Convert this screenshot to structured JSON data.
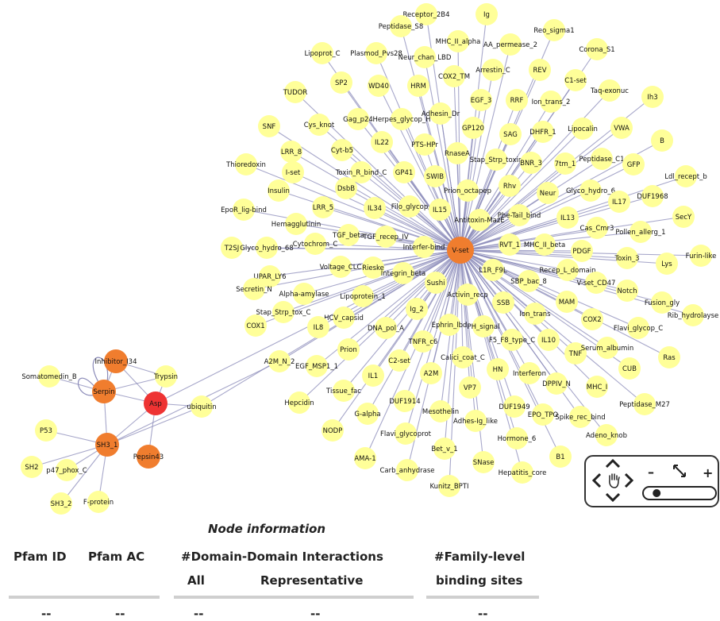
{
  "network": {
    "colors": {
      "edge": "#8a8ab8",
      "node_default": "#ffff99",
      "node_orange": "#f07d2e",
      "node_red": "#ee3333"
    },
    "nodes": [
      {
        "id": "V-set",
        "label": "V-set",
        "type": "orange"
      },
      {
        "id": "Asp",
        "label": "Asp",
        "type": "red"
      },
      {
        "id": "Inhibitor_I34",
        "label": "Inhibitor_I34",
        "type": "orange"
      },
      {
        "id": "Serpin",
        "label": "Serpin",
        "type": "orange"
      },
      {
        "id": "SH3_1",
        "label": "SH3_1",
        "type": "orange"
      },
      {
        "id": "Pepsin43",
        "label": "Pepsin43",
        "type": "orange"
      },
      {
        "id": "Somatomedin_B",
        "label": "Somatomedin_B"
      },
      {
        "id": "Trypsin",
        "label": "Trypsin"
      },
      {
        "id": "ubiquitin",
        "label": "ubiquitin"
      },
      {
        "id": "P53",
        "label": "P53"
      },
      {
        "id": "SH2",
        "label": "SH2"
      },
      {
        "id": "p47_phox_C",
        "label": "p47_phox_C"
      },
      {
        "id": "SH3_2",
        "label": "SH3_2"
      },
      {
        "id": "F-protein",
        "label": "F-protein"
      },
      {
        "id": "Receptor_2B4",
        "label": "Receptor_2B4"
      },
      {
        "id": "Ig",
        "label": "Ig"
      },
      {
        "id": "Peptidase_S8",
        "label": "Peptidase_S8"
      },
      {
        "id": "MHC_II_alpha",
        "label": "MHC_II_alpha"
      },
      {
        "id": "Reo_sigma1",
        "label": "Reo_sigma1"
      },
      {
        "id": "AA_permease_2",
        "label": "AA_permease_2"
      },
      {
        "id": "Plasmod_Pvs28",
        "label": "Plasmod_Pvs28"
      },
      {
        "id": "Lipoprot_C",
        "label": "Lipoprot_C"
      },
      {
        "id": "Neur_chan_LBD",
        "label": "Neur_chan_LBD"
      },
      {
        "id": "Corona_S1",
        "label": "Corona_S1"
      },
      {
        "id": "Arrestin_C",
        "label": "Arrestin_C"
      },
      {
        "id": "REV",
        "label": "REV"
      },
      {
        "id": "SP2",
        "label": "SP2"
      },
      {
        "id": "WD40",
        "label": "WD40"
      },
      {
        "id": "HRM",
        "label": "HRM"
      },
      {
        "id": "COX2_TM",
        "label": "COX2_TM"
      },
      {
        "id": "C1-set",
        "label": "C1-set"
      },
      {
        "id": "TUDOR",
        "label": "TUDOR"
      },
      {
        "id": "EGF_3",
        "label": "EGF_3"
      },
      {
        "id": "RRF",
        "label": "RRF"
      },
      {
        "id": "Ion_trans_2",
        "label": "Ion_trans_2"
      },
      {
        "id": "Taq-exonuc",
        "label": "Taq-exonuc"
      },
      {
        "id": "Ih3",
        "label": "Ih3"
      },
      {
        "id": "Adhesin_Dr",
        "label": "Adhesin_Dr"
      },
      {
        "id": "Gag_p24",
        "label": "Gag_p24"
      },
      {
        "id": "Herpes_glycop_H",
        "label": "Herpes_glycop_H"
      },
      {
        "id": "Cys_knot",
        "label": "Cys_knot"
      },
      {
        "id": "GP120",
        "label": "GP120"
      },
      {
        "id": "SNF",
        "label": "SNF"
      },
      {
        "id": "DHFR_1",
        "label": "DHFR_1"
      },
      {
        "id": "Lipocalin",
        "label": "Lipocalin"
      },
      {
        "id": "VWA",
        "label": "VWA"
      },
      {
        "id": "IL22",
        "label": "IL22"
      },
      {
        "id": "PTS-HPr",
        "label": "PTS-HPr"
      },
      {
        "id": "SAG",
        "label": "SAG"
      },
      {
        "id": "B",
        "label": "B"
      },
      {
        "id": "LRR_8",
        "label": "LRR_8"
      },
      {
        "id": "Cyt-b5",
        "label": "Cyt-b5"
      },
      {
        "id": "RnaseA",
        "label": "RnaseA"
      },
      {
        "id": "Stap_Strp_toxin",
        "label": "Stap_Strp_toxin"
      },
      {
        "id": "BNR_3",
        "label": "BNR_3"
      },
      {
        "id": "7tm_1",
        "label": "7tm_1"
      },
      {
        "id": "Peptidase_C1",
        "label": "Peptidase_C1"
      },
      {
        "id": "GFP",
        "label": "GFP"
      },
      {
        "id": "Thioredoxin",
        "label": "Thioredoxin"
      },
      {
        "id": "I-set",
        "label": "I-set"
      },
      {
        "id": "Toxin_R_bind_C",
        "label": "Toxin_R_bind_C"
      },
      {
        "id": "GP41",
        "label": "GP41"
      },
      {
        "id": "SWIB",
        "label": "SWIB"
      },
      {
        "id": "Ldl_recept_b",
        "label": "Ldl_recept_b"
      },
      {
        "id": "Insulin",
        "label": "Insulin"
      },
      {
        "id": "DsbB",
        "label": "DsbB"
      },
      {
        "id": "Prion_octapep",
        "label": "Prion_octapep"
      },
      {
        "id": "Rhv",
        "label": "Rhv"
      },
      {
        "id": "Neur",
        "label": "Neur"
      },
      {
        "id": "Glyco_hydro_6",
        "label": "Glyco_hydro_6"
      },
      {
        "id": "DUF1968",
        "label": "DUF1968"
      },
      {
        "id": "EpoR_lig-bind",
        "label": "EpoR_lig-bind"
      },
      {
        "id": "LRR_5",
        "label": "LRR_5"
      },
      {
        "id": "IL34",
        "label": "IL34"
      },
      {
        "id": "Filo_glycop",
        "label": "Filo_glycop"
      },
      {
        "id": "IL15",
        "label": "IL15"
      },
      {
        "id": "Antitoxin-MazE",
        "label": "Antitoxin-MazE"
      },
      {
        "id": "Phe-Tail_bind",
        "label": "Phe-Tail_bind"
      },
      {
        "id": "IL13",
        "label": "IL13"
      },
      {
        "id": "IL17",
        "label": "IL17"
      },
      {
        "id": "SecY",
        "label": "SecY"
      },
      {
        "id": "Hemagglutinin",
        "label": "Hemagglutinin"
      },
      {
        "id": "Cas_Cmr3",
        "label": "Cas_Cmr3"
      },
      {
        "id": "Pollen_allerg_1",
        "label": "Pollen_allerg_1"
      },
      {
        "id": "TGF_beta",
        "label": "TGF_beta"
      },
      {
        "id": "TGF_recep_IV",
        "label": "TGF_recep_IV"
      },
      {
        "id": "T2SJ",
        "label": "T2SJ"
      },
      {
        "id": "Glyco_hydro_68",
        "label": "Glyco_hydro_68"
      },
      {
        "id": "Cytochrom_C",
        "label": "Cytochrom_C"
      },
      {
        "id": "Interfer-bind",
        "label": "Interfer-bind"
      },
      {
        "id": "RVT_1",
        "label": "RVT_1"
      },
      {
        "id": "MHC_II_beta",
        "label": "MHC_II_beta"
      },
      {
        "id": "PDGF",
        "label": "PDGF"
      },
      {
        "id": "Toxin_3",
        "label": "Toxin_3"
      },
      {
        "id": "Lys",
        "label": "Lys"
      },
      {
        "id": "Furin-like",
        "label": "Furin-like"
      },
      {
        "id": "Voltage_CLC",
        "label": "Voltage_CLC"
      },
      {
        "id": "Rieske",
        "label": "Rieske"
      },
      {
        "id": "L1R_F9L",
        "label": "L1R_F9L"
      },
      {
        "id": "Recep_L_domain",
        "label": "Recep_L_domain"
      },
      {
        "id": "UPAR_LY6",
        "label": "UPAR_LY6"
      },
      {
        "id": "Integrin_beta",
        "label": "Integrin_beta"
      },
      {
        "id": "Sushi",
        "label": "Sushi"
      },
      {
        "id": "SBP_bac_8",
        "label": "SBP_bac_8"
      },
      {
        "id": "V-set_CD47",
        "label": "V-set_CD47"
      },
      {
        "id": "Notch",
        "label": "Notch"
      },
      {
        "id": "Secretin_N",
        "label": "Secretin_N"
      },
      {
        "id": "Alpha-amylase",
        "label": "Alpha-amylase"
      },
      {
        "id": "Lipoprotein_1",
        "label": "Lipoprotein_1"
      },
      {
        "id": "Activin_recp",
        "label": "Activin_recp"
      },
      {
        "id": "SSB",
        "label": "SSB"
      },
      {
        "id": "MAM",
        "label": "MAM"
      },
      {
        "id": "Fusion_gly",
        "label": "Fusion_gly"
      },
      {
        "id": "Ig_2",
        "label": "Ig_2"
      },
      {
        "id": "Ion_trans",
        "label": "Ion_trans"
      },
      {
        "id": "Rib_hydrolayse",
        "label": "Rib_hydrolayse"
      },
      {
        "id": "Stap_Strp_tox_C",
        "label": "Stap_Strp_tox_C"
      },
      {
        "id": "HCV_capsid",
        "label": "HCV_capsid"
      },
      {
        "id": "Ephrin_lbd",
        "label": "Ephrin_lbd"
      },
      {
        "id": "COX2",
        "label": "COX2"
      },
      {
        "id": "Flavi_glycop_C",
        "label": "Flavi_glycop_C"
      },
      {
        "id": "COX1",
        "label": "COX1"
      },
      {
        "id": "IL8",
        "label": "IL8"
      },
      {
        "id": "DNA_pol_A",
        "label": "DNA_pol_A"
      },
      {
        "id": "PH_signal",
        "label": "PH_signal"
      },
      {
        "id": "F5_F8_type_C",
        "label": "F5_F8_type_C"
      },
      {
        "id": "IL10",
        "label": "IL10"
      },
      {
        "id": "TNF",
        "label": "TNF"
      },
      {
        "id": "Serum_albumin",
        "label": "Serum_albumin"
      },
      {
        "id": "A2M_N_2",
        "label": "A2M_N_2"
      },
      {
        "id": "TNFR_c6",
        "label": "TNFR_c6"
      },
      {
        "id": "Prion",
        "label": "Prion"
      },
      {
        "id": "Calici_coat_C",
        "label": "Calici_coat_C"
      },
      {
        "id": "CUB",
        "label": "CUB"
      },
      {
        "id": "Ras",
        "label": "Ras"
      },
      {
        "id": "EGF_MSP1_1",
        "label": "EGF_MSP1_1"
      },
      {
        "id": "C2-set",
        "label": "C2-set"
      },
      {
        "id": "HN",
        "label": "HN"
      },
      {
        "id": "Interferon",
        "label": "Interferon"
      },
      {
        "id": "A2M",
        "label": "A2M"
      },
      {
        "id": "IL1",
        "label": "IL1"
      },
      {
        "id": "DPPIV_N",
        "label": "DPPIV_N"
      },
      {
        "id": "MHC_I",
        "label": "MHC_I"
      },
      {
        "id": "Tissue_fac",
        "label": "Tissue_fac"
      },
      {
        "id": "VP7",
        "label": "VP7"
      },
      {
        "id": "Peptidase_M27",
        "label": "Peptidase_M27"
      },
      {
        "id": "Hepcidin",
        "label": "Hepcidin"
      },
      {
        "id": "DUF1914",
        "label": "DUF1914"
      },
      {
        "id": "DUF1949",
        "label": "DUF1949"
      },
      {
        "id": "Mesothelin",
        "label": "Mesothelin"
      },
      {
        "id": "EPO_TPO",
        "label": "EPO_TPO"
      },
      {
        "id": "Spike_rec_bind",
        "label": "Spike_rec_bind"
      },
      {
        "id": "G-alpha",
        "label": "G-alpha"
      },
      {
        "id": "Adhes-Ig_like",
        "label": "Adhes-Ig_like"
      },
      {
        "id": "Adeno_knob",
        "label": "Adeno_knob"
      },
      {
        "id": "NODP",
        "label": "NODP"
      },
      {
        "id": "Flavi_glycoprot",
        "label": "Flavi_glycoprot"
      },
      {
        "id": "Hormone_6",
        "label": "Hormone_6"
      },
      {
        "id": "Bet_v_1",
        "label": "Bet_v_1"
      },
      {
        "id": "B1",
        "label": "B1"
      },
      {
        "id": "AMA-1",
        "label": "AMA-1"
      },
      {
        "id": "SNase",
        "label": "SNase"
      },
      {
        "id": "Carb_anhydrase",
        "label": "Carb_anhydrase"
      },
      {
        "id": "Hepatitis_core",
        "label": "Hepatitis_core"
      },
      {
        "id": "Kunitz_BPTI",
        "label": "Kunitz_BPTI"
      }
    ],
    "edges": [
      [
        "Asp",
        "V-set"
      ],
      [
        "Asp",
        "Inhibitor_I34"
      ],
      [
        "Asp",
        "Serpin"
      ],
      [
        "Asp",
        "SH3_1"
      ],
      [
        "Asp",
        "Pepsin43"
      ],
      [
        "Asp",
        "Trypsin"
      ],
      [
        "Asp",
        "ubiquitin"
      ],
      [
        "Serpin",
        "Inhibitor_I34"
      ],
      [
        "Serpin",
        "Somatomedin_B"
      ],
      [
        "Serpin",
        "Trypsin"
      ],
      [
        "SH3_1",
        "P53"
      ],
      [
        "SH3_1",
        "SH2"
      ],
      [
        "SH3_1",
        "p47_phox_C"
      ],
      [
        "SH3_1",
        "SH3_2"
      ],
      [
        "SH3_1",
        "F-protein"
      ],
      [
        "SH3_1",
        "A2M_N_2"
      ],
      [
        "SH3_1",
        "ubiquitin"
      ],
      [
        "Serpin",
        "SH3_1"
      ],
      [
        "Inhibitor_I34",
        "Trypsin"
      ]
    ],
    "self_loops": [
      "Serpin"
    ]
  },
  "nav": {
    "pan_icon": "hand-icon",
    "zoom_out": "–",
    "zoom_in": "+",
    "fit_icon": "expand-arrows-icon",
    "zoom_level": 0.1
  },
  "node_info": {
    "caption": "Node information",
    "col_pfam_id": "Pfam ID",
    "col_pfam_ac": "Pfam AC",
    "col_ddi": "#Domain-Domain Interactions",
    "col_ddi_all": "All",
    "col_ddi_rep": "Representative",
    "col_binding_1": "#Family-level",
    "col_binding_2": "binding sites",
    "val_pfam_id": "--",
    "val_pfam_ac": "--",
    "val_ddi_all": "--",
    "val_ddi_rep": "--",
    "val_binding": "--"
  }
}
